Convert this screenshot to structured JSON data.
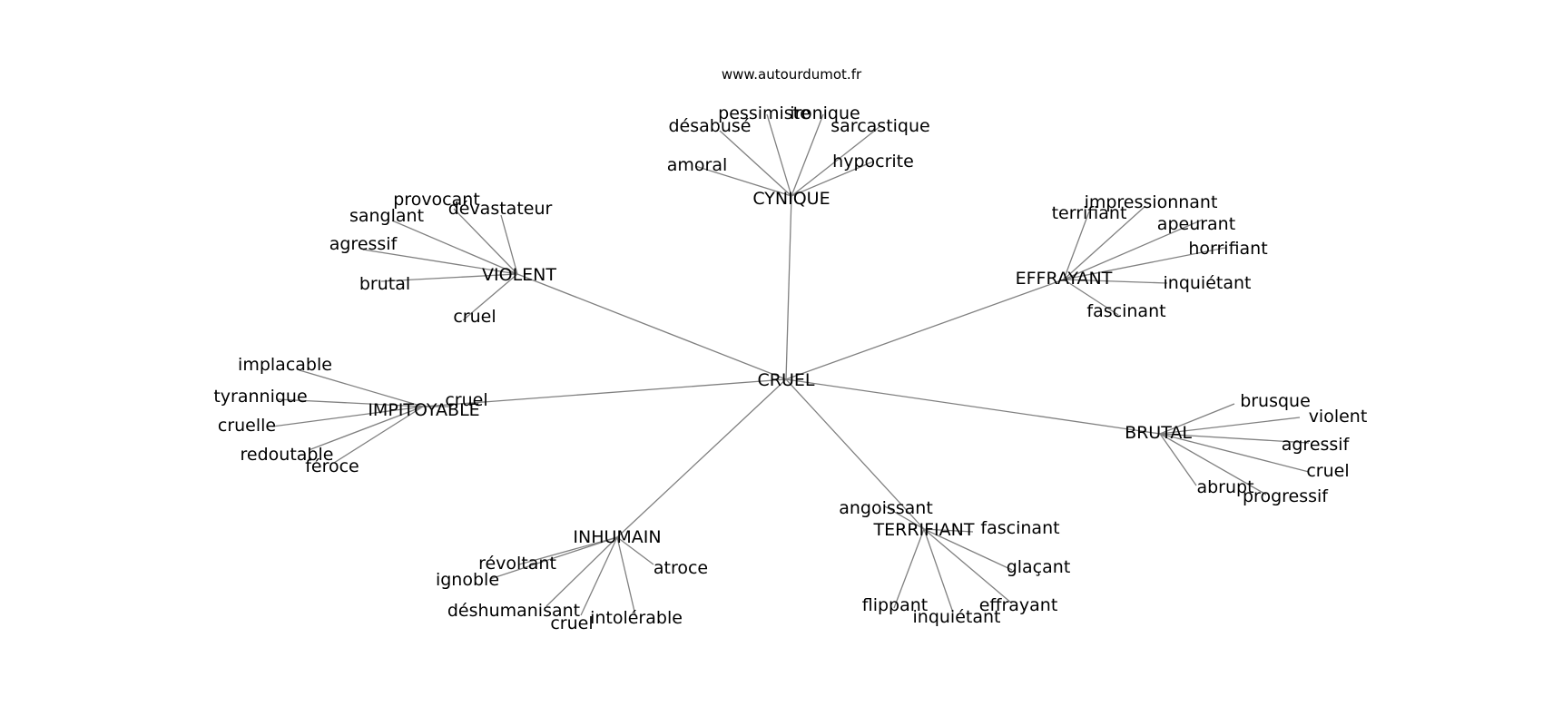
{
  "source": "www.autourdumot.fr",
  "center": "CRUEL",
  "groups": [
    {
      "label": "CYNIQUE",
      "words": [
        "désabusé",
        "pessimiste",
        "ironique",
        "sarcastique",
        "amoral",
        "hypocrite"
      ]
    },
    {
      "label": "VIOLENT",
      "words": [
        "provocant",
        "dévastateur",
        "sanglant",
        "agressif",
        "brutal",
        "cruel"
      ]
    },
    {
      "label": "EFFRAYANT",
      "words": [
        "impressionnant",
        "terrifiant",
        "apeurant",
        "horrifiant",
        "inquiétant",
        "fascinant"
      ]
    },
    {
      "label": "IMPITOYABLE",
      "words": [
        "implacable",
        "tyrannique",
        "cruel",
        "cruelle",
        "redoutable",
        "féroce"
      ]
    },
    {
      "label": "BRUTAL",
      "words": [
        "brusque",
        "violent",
        "agressif",
        "cruel",
        "abrupt",
        "progressif"
      ]
    },
    {
      "label": "INHUMAIN",
      "words": [
        "révoltant",
        "ignoble",
        "atroce",
        "déshumanisant",
        "cruel",
        "intolérable"
      ]
    },
    {
      "label": "TERRIFIANT",
      "words": [
        "angoissant",
        "fascinant",
        "glaçant",
        "flippant",
        "effrayant",
        "inquiétant"
      ]
    }
  ]
}
